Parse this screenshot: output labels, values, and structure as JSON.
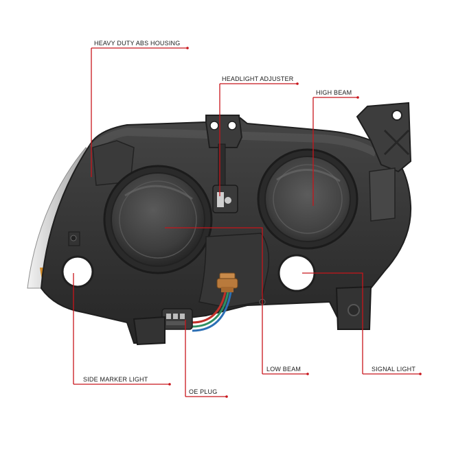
{
  "colors": {
    "callout_line": "#c8151b",
    "housing_dark": "#2b2b2b",
    "housing_mid": "#3a3a3a",
    "housing_light": "#4a4a4a",
    "lens_clear": "#d9d9d9",
    "amber_marker": "#d18a28",
    "bulb_copper": "#c88a4a",
    "wire_red": "#c0302a",
    "wire_green": "#2f8f63",
    "wire_blue": "#2c6fb5"
  },
  "callouts": {
    "housing": {
      "label": "HEAVY DUTY ABS HOUSING"
    },
    "adjuster": {
      "label": "HEADLIGHT ADJUSTER"
    },
    "high_beam": {
      "label": "HIGH BEAM"
    },
    "side_marker": {
      "label": "SIDE MARKER LIGHT"
    },
    "oe_plug": {
      "label": "OE PLUG"
    },
    "low_beam": {
      "label": "LOW BEAM"
    },
    "signal": {
      "label": "SIGNAL LIGHT"
    }
  },
  "icons": {
    "connector": "oe-plug-connector-icon",
    "bulb_socket": "bulb-socket-icon"
  }
}
